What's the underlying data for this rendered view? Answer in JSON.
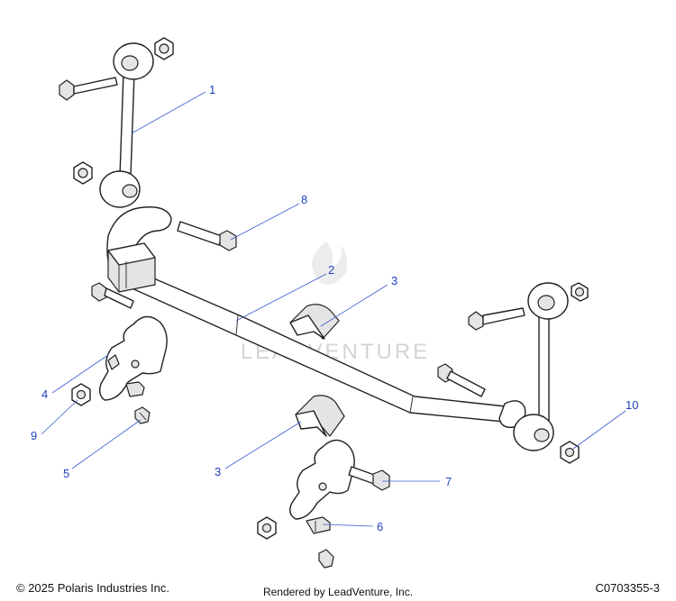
{
  "callouts": [
    {
      "label": "1"
    },
    {
      "label": "8"
    },
    {
      "label": "2"
    },
    {
      "label": "3"
    },
    {
      "label": "4"
    },
    {
      "label": "9"
    },
    {
      "label": "5"
    },
    {
      "label": "3"
    },
    {
      "label": "7"
    },
    {
      "label": "6"
    },
    {
      "label": "10"
    }
  ],
  "watermark": {
    "text": "LEADVENTURE"
  },
  "footer": {
    "copyright": "© 2025 Polaris Industries Inc.",
    "rendered_by": "Rendered by LeadVenture, Inc.",
    "drawing_id": "C0703355-3"
  },
  "colors": {
    "callout": "#1f3fbf",
    "line": "#222222",
    "watermark": "#d4d4d4"
  }
}
